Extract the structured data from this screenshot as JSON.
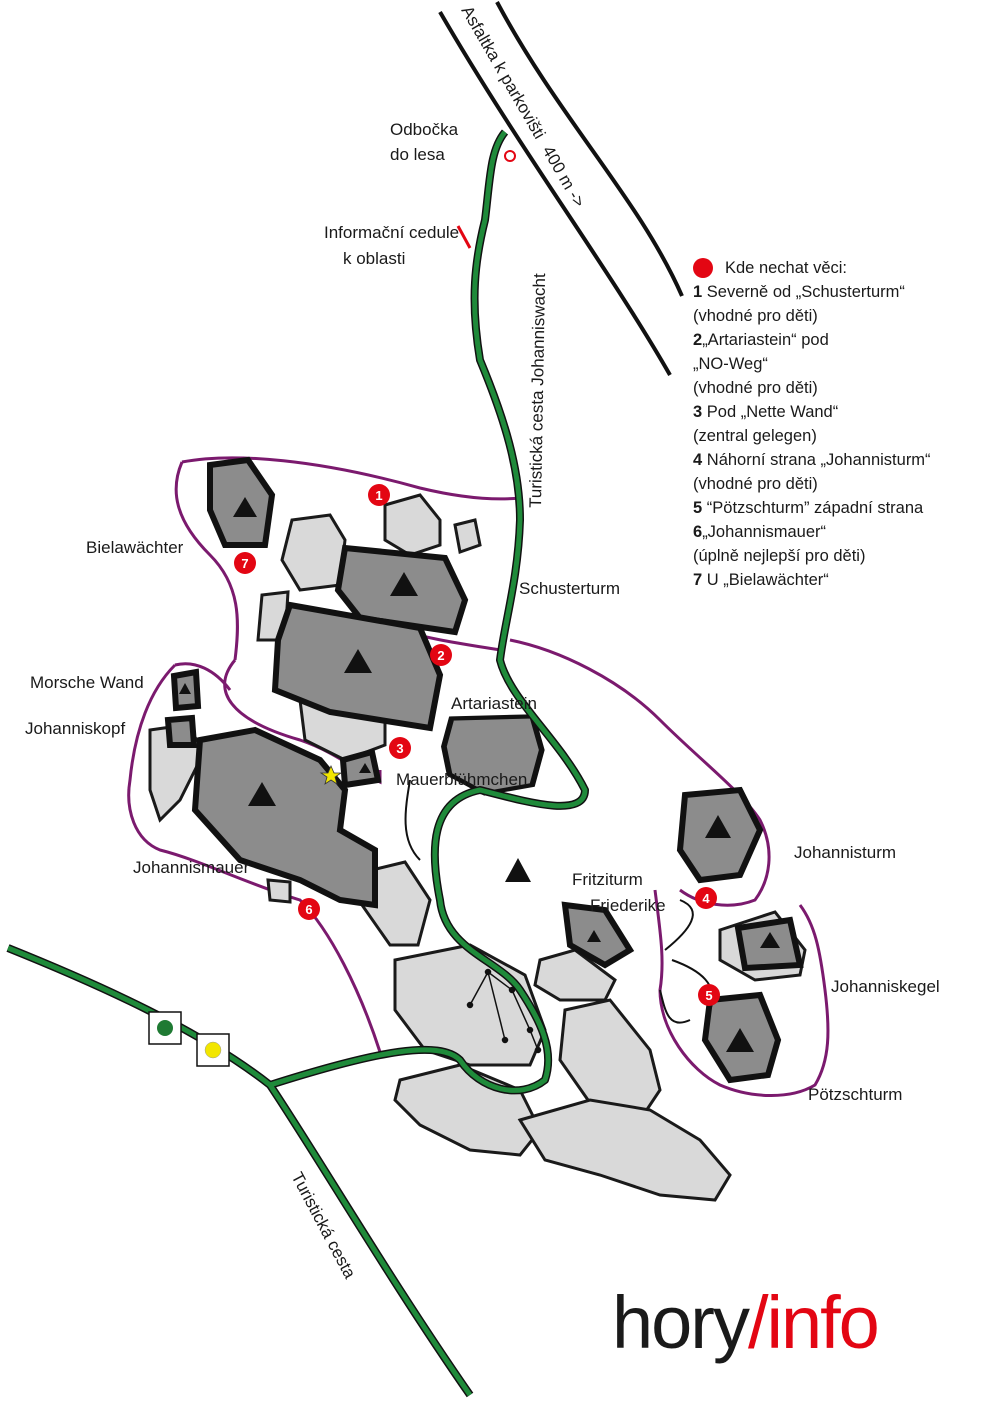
{
  "map": {
    "road": {
      "asphalt": "Asfaltka k parkovišti",
      "distance": "400 m ->"
    },
    "trails": {
      "johanniswacht": "Turistická cesta Johanniswacht",
      "main": "Turistická cesta"
    },
    "points": {
      "forest_turnoff": [
        "Odbočka",
        "do lesa"
      ],
      "info_board": [
        "Informační cedule",
        "k oblasti"
      ]
    },
    "rocks": {
      "bielawachter": "Bielawächter",
      "schusterturm": "Schusterturm",
      "morsche_wand": "Morsche Wand",
      "johanniskopf": "Johanniskopf",
      "artariastein": "Artariastein",
      "mauerbluhmchen": "Mauerblühmchen",
      "johannismauer": "Johannismauer",
      "fritziturm": "Fritziturm",
      "friederike": "Friederike",
      "johannisturm": "Johannisturm",
      "johanniskegel": "Johanniskegel",
      "potzschturm": "Pötzschturm"
    },
    "markers": [
      "1",
      "2",
      "3",
      "4",
      "5",
      "6",
      "7"
    ],
    "colors": {
      "trail": "#1f8a3a",
      "marker": "#e30613",
      "boundary": "#7b1a6e",
      "rock_dark": "#8c8c8c",
      "rock_light": "#d9d9d9",
      "trail_marker_green": "#1f7a33",
      "trail_marker_yellow": "#f2e600"
    }
  },
  "legend": {
    "title": "Kde nechat věci:",
    "items": [
      {
        "num": "1",
        "lines": [
          "Severně od „Schusterturm“",
          "(vhodné pro děti)"
        ]
      },
      {
        "num": "2",
        "lines": [
          "„Artariastein“ pod",
          "„NO-Weg“",
          "(vhodné pro děti)"
        ]
      },
      {
        "num": "3",
        "lines": [
          "Pod „Nette Wand“",
          "(zentral gelegen)"
        ]
      },
      {
        "num": "4",
        "lines": [
          "Náhorní strana „Johannisturm“",
          "(vhodné pro děti)"
        ]
      },
      {
        "num": "5",
        "lines": [
          "“Pötzschturm” západní strana"
        ]
      },
      {
        "num": "6",
        "lines": [
          "„Johannismauer“",
          "(úplně nejlepší pro děti)"
        ]
      },
      {
        "num": "7",
        "lines": [
          "U „Bielawächter“"
        ]
      }
    ]
  },
  "logo": {
    "part1": "hory",
    "slash": "/",
    "part2": "info"
  }
}
